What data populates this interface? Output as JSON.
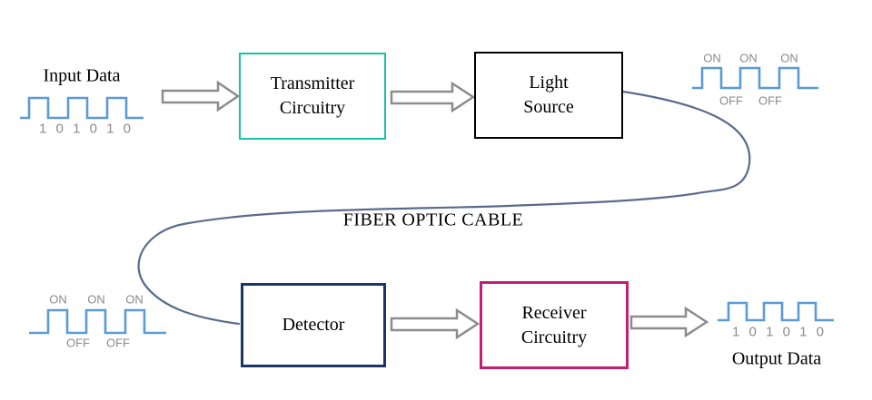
{
  "diagram": {
    "input": {
      "label": "Input Data",
      "bits": "1 0 1 0 1 0"
    },
    "output": {
      "label": "Output Data",
      "bits": "1 0 1 0 1 0"
    },
    "cable_label": "FIBER OPTIC CABLE",
    "boxes": {
      "transmitter": {
        "line1": "Transmitter",
        "line2": "Circuitry",
        "border": "#17C3A6"
      },
      "light_source": {
        "line1": "Light",
        "line2": "Source",
        "border": "#000000"
      },
      "detector": {
        "line1": "Detector",
        "border": "#1B3567"
      },
      "receiver": {
        "line1": "Receiver",
        "line2": "Circuitry",
        "border": "#C21E73"
      }
    },
    "signal_labels": {
      "on": "ON",
      "off": "OFF"
    },
    "colors": {
      "waveform": "#5B9BD5",
      "cable": "#5A6B8E",
      "arrow_outline": "#8C8C8C",
      "arrow_fill": "#FFFFFF",
      "label_gray": "#8A8A8A"
    }
  }
}
